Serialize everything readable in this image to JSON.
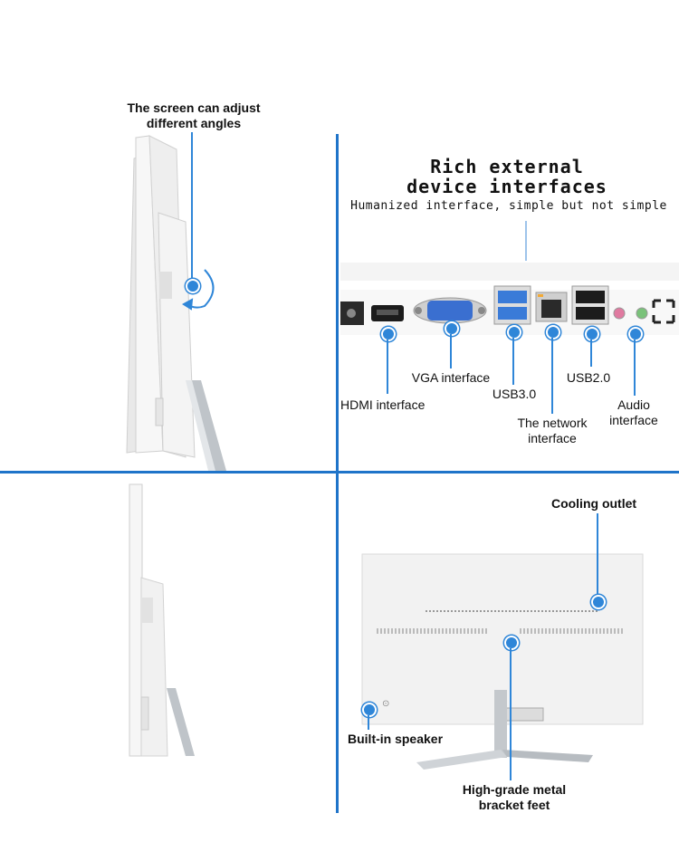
{
  "top_left": {
    "caption_line1": "The screen can adjust",
    "caption_line2": "different angles"
  },
  "top_right": {
    "title_line1": "Rich external",
    "title_line2": "device interfaces",
    "subtitle": "Humanized interface, simple but not simple",
    "ports": {
      "hdmi": "HDMI interface",
      "vga": "VGA interface",
      "usb3": "USB3.0",
      "network_line1": "The network",
      "network_line2": "interface",
      "usb2": "USB2.0",
      "audio_line1": "Audio",
      "audio_line2": "interface"
    }
  },
  "bottom_right": {
    "cooling": "Cooling outlet",
    "speaker": "Built-in speaker",
    "bracket_line1": "High-grade metal",
    "bracket_line2": "bracket feet"
  },
  "colors": {
    "accent": "#1f74c9",
    "marker": "#2f86d8",
    "device_white": "#f2f2f2"
  }
}
